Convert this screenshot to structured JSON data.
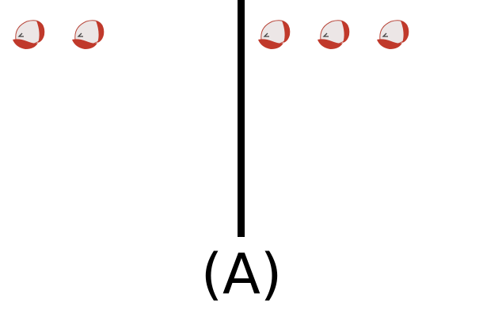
{
  "figure": {
    "caption": "(A)",
    "icon": "baseball-cap-icon",
    "groups": {
      "left": {
        "count": 2
      },
      "right": {
        "count": 3
      }
    },
    "colors": {
      "cap_brim": "#c0392b",
      "cap_crown": "#ece6e6",
      "divider": "#000000",
      "background": "#ffffff"
    }
  }
}
